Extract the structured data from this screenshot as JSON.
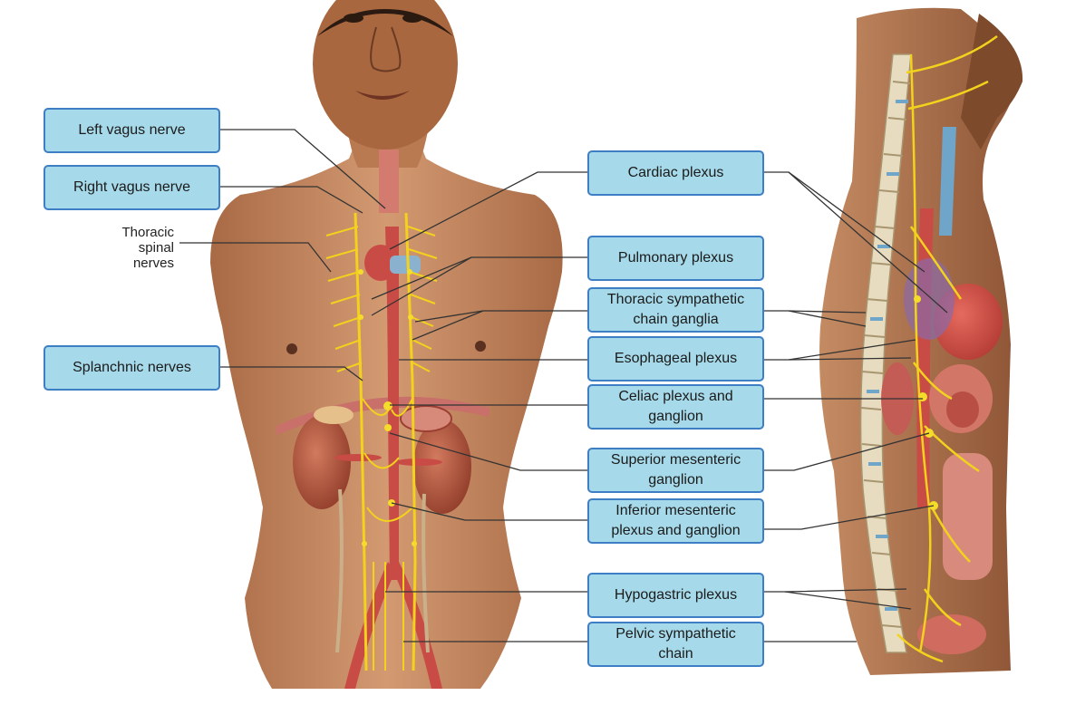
{
  "labels": {
    "left_vagus": "Left vagus nerve",
    "right_vagus": "Right vagus nerve",
    "thoracic_spinal": "Thoracic\nspinal\nnerves",
    "splanchnic": "Splanchnic nerves",
    "cardiac": "Cardiac plexus",
    "pulmonary": "Pulmonary plexus",
    "thoracic_sympathetic": "Thoracic sympathetic\nchain ganglia",
    "esophageal": "Esophageal plexus",
    "celiac": "Celiac plexus and\nganglion",
    "superior_mesenteric": "Superior mesenteric\nganglion",
    "inferior_mesenteric": "Inferior mesenteric\nplexus and ganglion",
    "hypogastric": "Hypogastric plexus",
    "pelvic_sympathetic": "Pelvic sympathetic\nchain"
  },
  "colors": {
    "label_fill": "#a6d9e9",
    "label_border": "#3d7ec4",
    "skin": "#c78a64",
    "nerve": "#f2d21c",
    "artery": "#c74a4a",
    "vein": "#6fa5c8",
    "kidney": "#b4563f",
    "spine": "#e8dcc0"
  }
}
